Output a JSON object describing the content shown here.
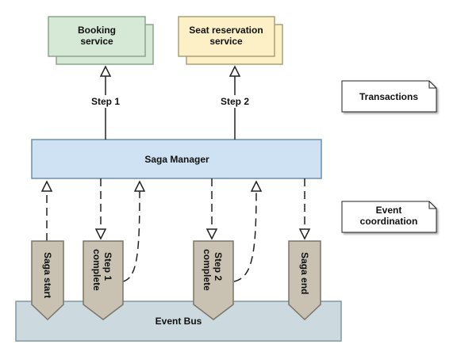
{
  "nodes": {
    "booking_service": {
      "line1": "Booking",
      "line2": "service",
      "fill": "#d6e9d6",
      "stroke": "#8aa58a"
    },
    "seat_service": {
      "line1": "Seat reservation",
      "line2": "service",
      "fill": "#fdf0c7",
      "stroke": "#a8a178"
    },
    "saga_manager": {
      "label": "Saga Manager",
      "fill": "#cfe2f3",
      "stroke": "#6d8fa8"
    },
    "event_bus": {
      "label": "Event Bus",
      "fill": "#ccdae0",
      "stroke": "#7f98a6"
    }
  },
  "edges": {
    "step1": "Step 1",
    "step2": "Step 2"
  },
  "notes": {
    "transactions": "Transactions",
    "event_coordination_1": "Event",
    "event_coordination_2": "coordination"
  },
  "events": {
    "saga_start": "Saga start",
    "step1_complete_1": "Step 1",
    "step1_complete_2": "complete",
    "step2_complete_1": "Step 2",
    "step2_complete_2": "complete",
    "saga_end": "Saga end",
    "fill": "#c9c2b3",
    "stroke": "#7b7568"
  }
}
